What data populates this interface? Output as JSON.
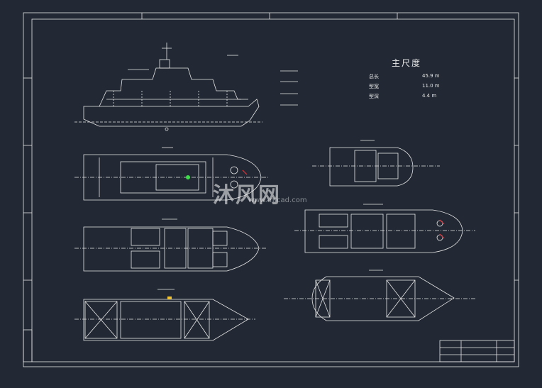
{
  "dimensions_table": {
    "title": "主尺度",
    "rows": [
      {
        "name": "总长",
        "value": "45.9 m"
      },
      {
        "name": "型宽",
        "value": "11.0 m"
      },
      {
        "name": "型深",
        "value": "4.4 m"
      }
    ]
  },
  "watermark": {
    "text": "沐风网",
    "url": "www.mfcad.com"
  },
  "colors": {
    "background": "#222934",
    "line": "#e6e6e6",
    "accent_red": "#e0343a",
    "accent_green": "#3fdc4a",
    "accent_yellow": "#f2c230"
  }
}
